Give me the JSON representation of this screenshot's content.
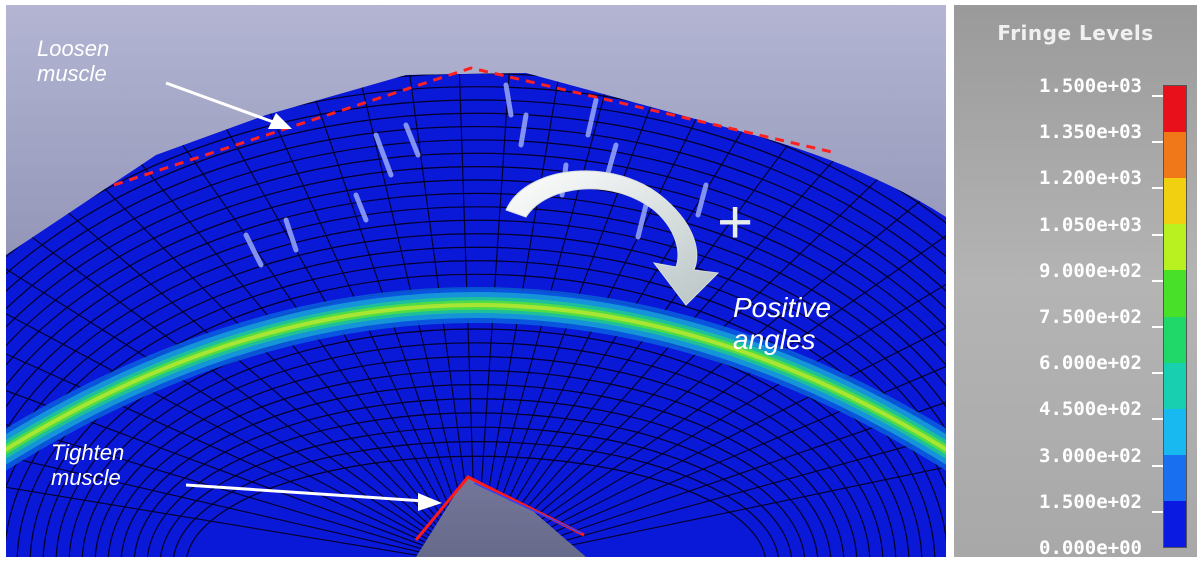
{
  "annotations": {
    "loosen_label": "Loosen muscle",
    "tighten_label": "Tighten muscle",
    "plus_symbol": "+",
    "positive_angles_label": "Positive angles"
  },
  "legend": {
    "title": "Fringe Levels",
    "levels": [
      "1.500e+03",
      "1.350e+03",
      "1.200e+03",
      "1.050e+03",
      "9.000e+02",
      "7.500e+02",
      "6.000e+02",
      "4.500e+02",
      "3.000e+02",
      "1.500e+02",
      "0.000e+00"
    ],
    "band_colors": [
      "#e8101a",
      "#f07818",
      "#f0d010",
      "#b8f020",
      "#48e028",
      "#20d86a",
      "#18d0b0",
      "#18b8f0",
      "#1870f0",
      "#0a1ae0"
    ]
  },
  "colors": {
    "mesh_blue": "#0a18d8",
    "mesh_line": "#000028",
    "muscle_line": "#ff2020",
    "background_top": "#aeb1d0",
    "background_bottom": "#6e7092"
  }
}
